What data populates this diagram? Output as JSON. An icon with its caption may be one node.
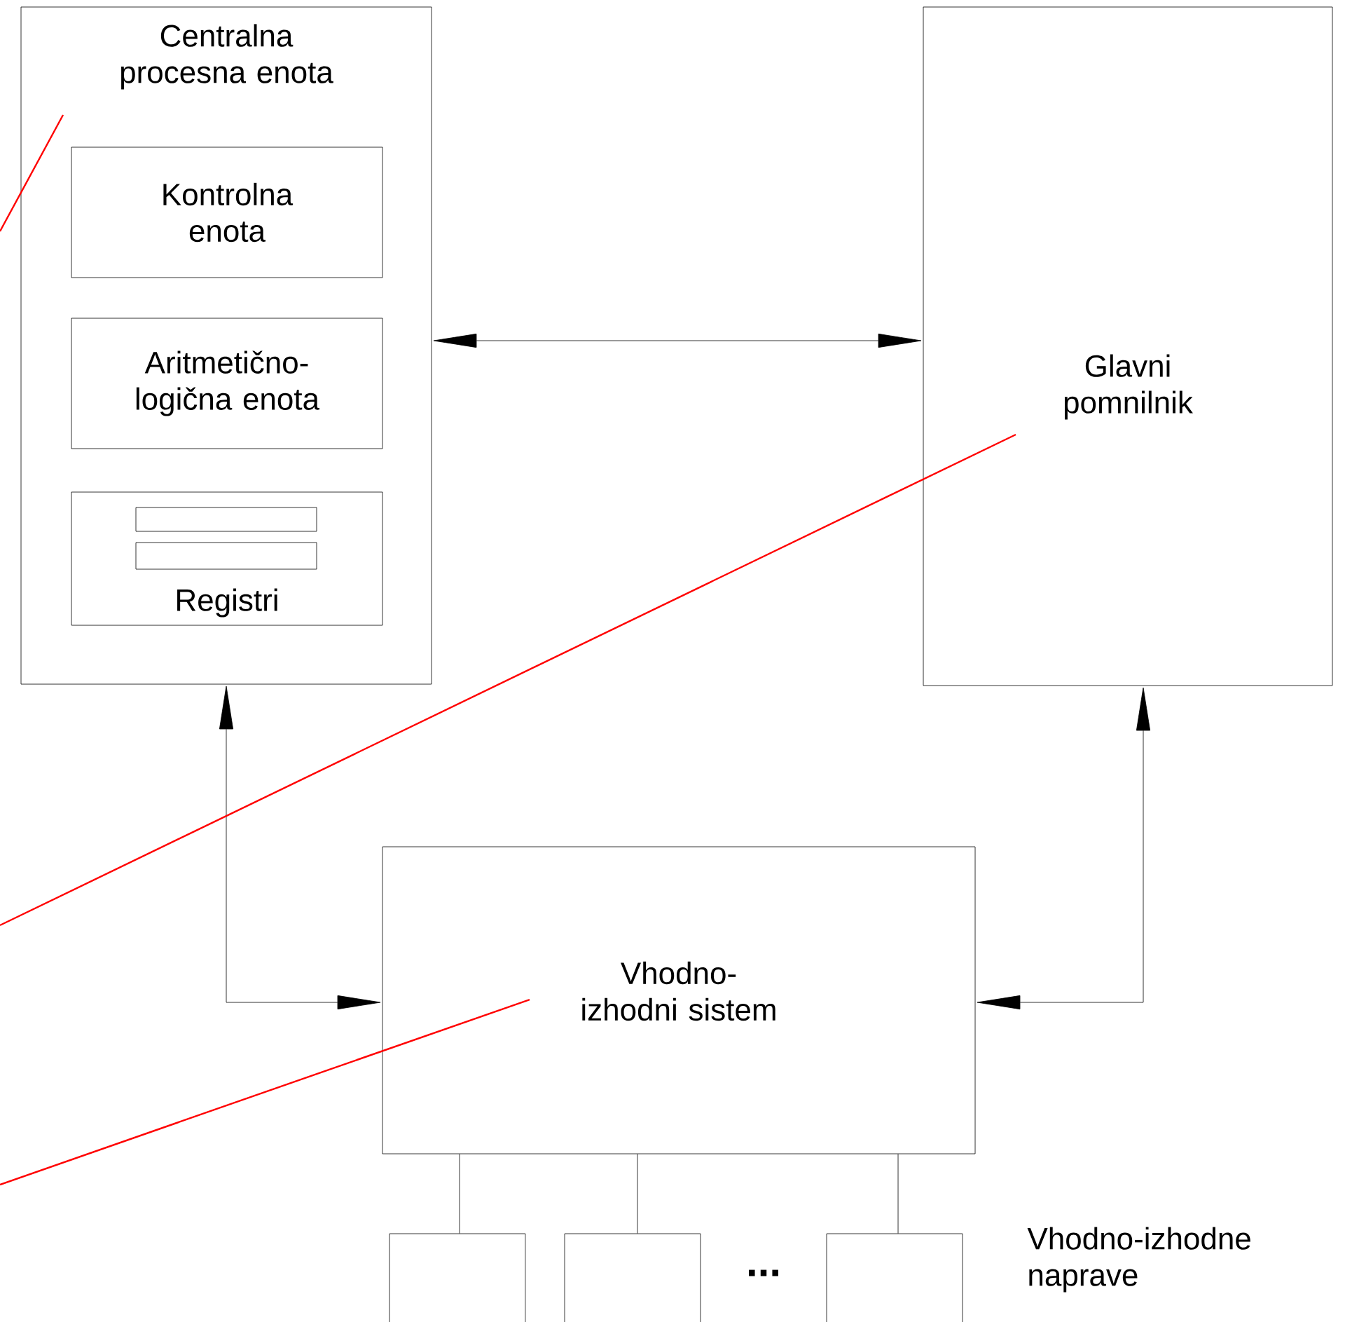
{
  "diagram": {
    "nodes": [
      {
        "text": [
          "Centralna procesna enota"
        ]
      },
      {
        "text": [
          "Kontrolna enota"
        ],
        "in": 0
      },
      {
        "text": [
          "Aritmetično-logična enota"
        ],
        "in": 0
      },
      {
        "text": [
          "Registri"
        ],
        "in": 0
      },
      {
        "text": [
          "Glavni pomnilnik"
        ]
      },
      {
        "text": [
          "Vhodno-izhodni sistem"
        ]
      },
      {
        "text": [],
        "shape": "box"
      },
      {
        "text": [],
        "shape": "box"
      },
      {
        "text": [],
        "shape": "box"
      }
    ],
    "edges": [
      {
        "from": 0,
        "to": 4,
        "arrow": "both"
      },
      {
        "from": 0,
        "to": 5,
        "arrow": "both"
      },
      {
        "from": 4,
        "to": 5,
        "arrow": "both"
      },
      {
        "from": 5,
        "to": 6,
        "arrow": "none"
      },
      {
        "from": 5,
        "to": 7,
        "arrow": "none"
      },
      {
        "from": 5,
        "to": 8,
        "arrow": "none"
      },
      {
        "from": 0,
        "to": null,
        "arrow": "none",
        "color": "#ff0000"
      },
      {
        "from": 4,
        "to": null,
        "arrow": "none",
        "color": "#ff0000"
      },
      {
        "from": 5,
        "to": null,
        "arrow": "none",
        "color": "#ff0000"
      }
    ],
    "labels": [
      "...",
      "Vhodno-izhodne naprave"
    ]
  }
}
